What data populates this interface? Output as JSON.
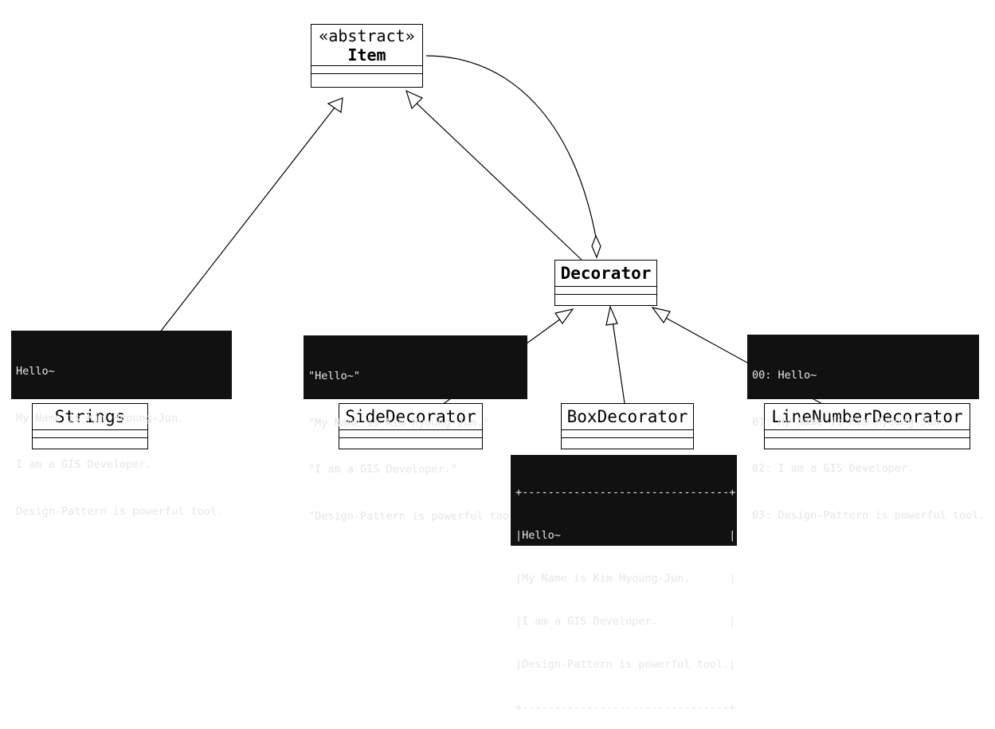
{
  "classes": {
    "item": {
      "stereotype": "«abstract»",
      "name": "Item"
    },
    "decorator": {
      "name": "Decorator"
    },
    "strings": {
      "name": "Strings"
    },
    "side_decorator": {
      "name": "SideDecorator"
    },
    "box_decorator": {
      "name": "BoxDecorator"
    },
    "line_number_decorator": {
      "name": "LineNumberDecorator"
    }
  },
  "outputs": {
    "strings": [
      "Hello~",
      "My Name is Kim Hyoung-Jun.",
      "I am a GIS Developer.",
      "Design-Pattern is powerful tool."
    ],
    "side_decorator": [
      "\"Hello~\"",
      "\"My Name is Kim Hyoung-Jun.\"",
      "\"I am a GIS Developer.\"",
      "\"Design-Pattern is powerful tool.\""
    ],
    "box_decorator": [
      "+--------------------------------+",
      "|Hello~                          |",
      "|My Name is Kim Hyoung-Jun.      |",
      "|I am a GIS Developer.           |",
      "|Design-Pattern is powerful tool.|",
      "+--------------------------------+"
    ],
    "line_number_decorator": [
      "00: Hello~",
      "01: My Name is Kim Hyoung-Jun.",
      "02: I am a GIS Developer.",
      "03: Design-Pattern is powerful tool."
    ]
  }
}
